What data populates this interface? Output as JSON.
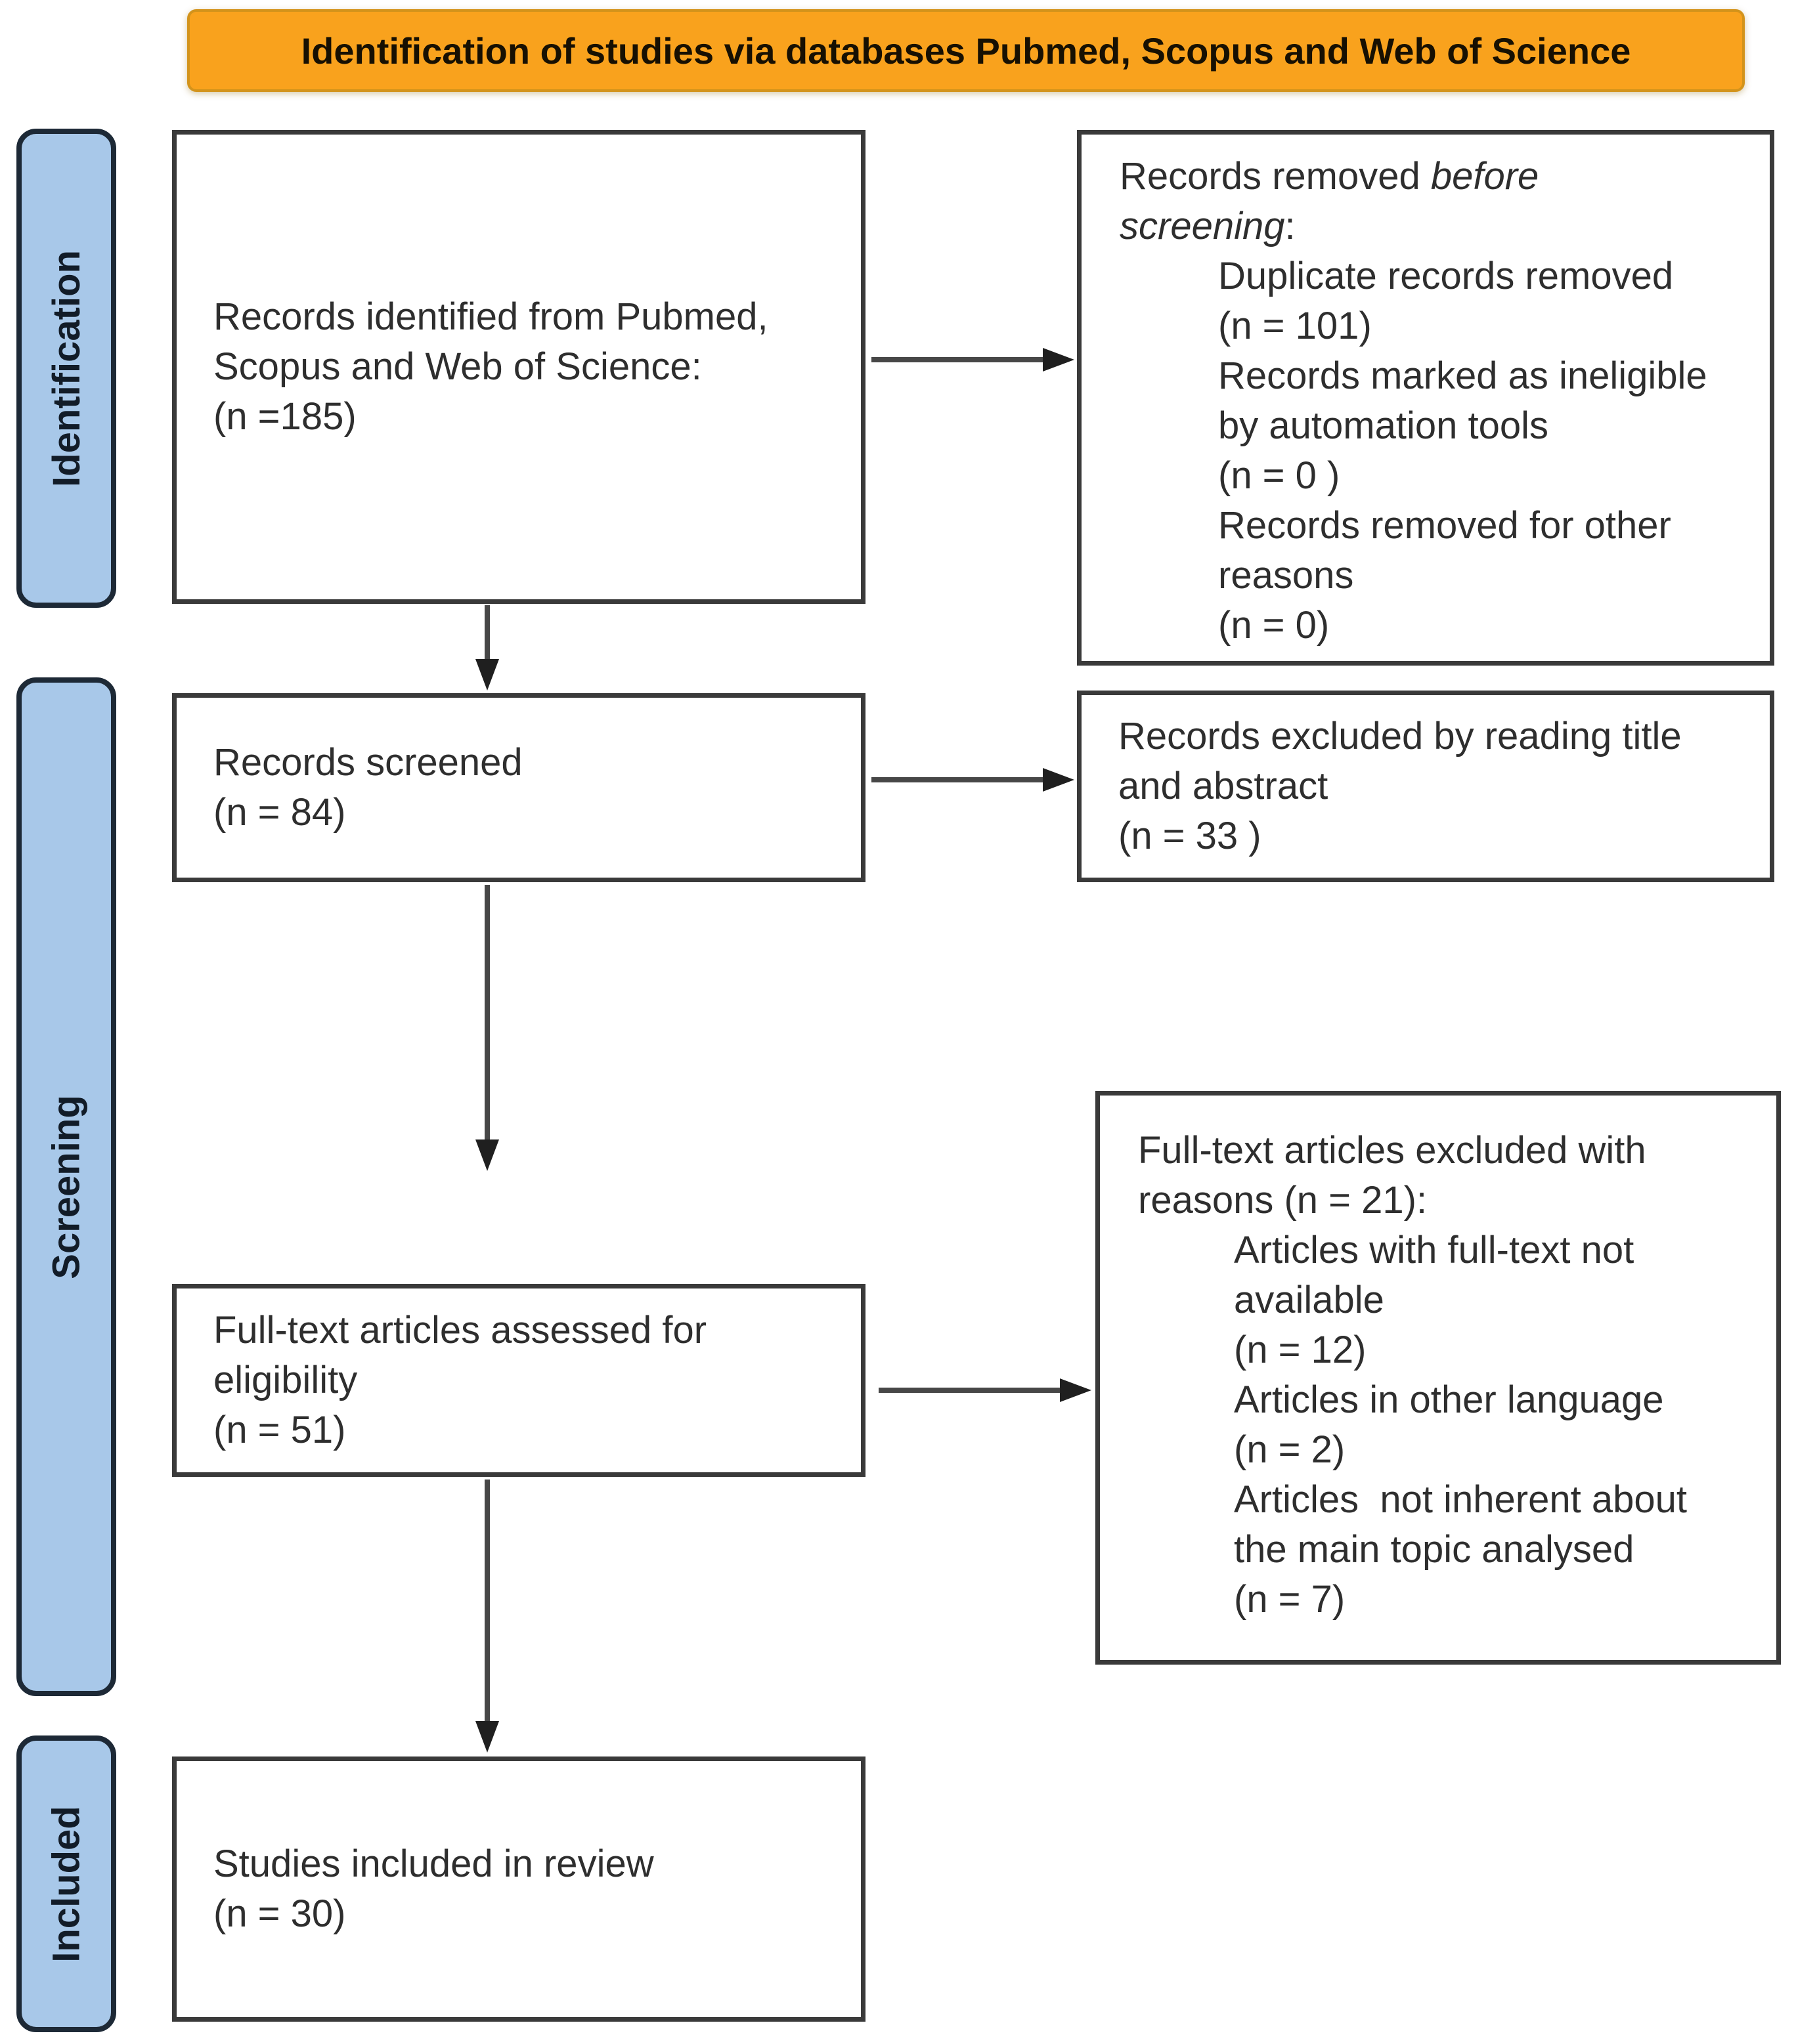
{
  "title": "Identification of studies via databases Pubmed, Scopus and Web of Science",
  "stages": [
    {
      "label": "Identification"
    },
    {
      "label": "Screening"
    },
    {
      "label": "Included"
    }
  ],
  "boxes": {
    "identified": {
      "lines": [
        "Records identified from Pubmed,",
        "Scopus and Web of Science:",
        "(n =185)"
      ]
    },
    "removed_before_screening": {
      "title_regular_1": "Records removed ",
      "title_italic_1": "before",
      "title_italic_2": "screening",
      "title_regular_2": ":",
      "items": [
        {
          "lines": [
            "Duplicate records removed",
            "(n = 101)"
          ]
        },
        {
          "lines": [
            "Records marked as ineligible",
            "by automation tools",
            "(n = 0 )"
          ]
        },
        {
          "lines": [
            "Records removed for other",
            "reasons",
            "(n = 0)"
          ]
        }
      ]
    },
    "screened": {
      "lines": [
        "Records screened",
        "(n = 84)"
      ]
    },
    "excluded_title_abstract": {
      "lines": [
        "Records excluded by reading title",
        "and abstract",
        "(n = 33 )"
      ]
    },
    "fulltext_assessed": {
      "lines": [
        "Full-text articles assessed for",
        "eligibility",
        "(n = 51)"
      ]
    },
    "fulltext_excluded": {
      "title_lines": [
        "Full-text articles excluded with",
        "reasons (n = 21):"
      ],
      "items": [
        {
          "lines": [
            "Articles with full-text not",
            "available",
            "(n = 12)"
          ]
        },
        {
          "lines": [
            "Articles in other language",
            "(n = 2)"
          ]
        },
        {
          "lines": [
            "Articles  not inherent about",
            "the main topic analysed",
            "(n = 7)"
          ]
        }
      ]
    },
    "included_review": {
      "lines": [
        "Studies included in review",
        "(n = 30)"
      ]
    }
  },
  "colors": {
    "title_bg": "#F9A21D",
    "stage_fill": "#A8C8E9",
    "stage_border": "#1d2936",
    "box_border": "#3a3a3a",
    "arrow_line": "#474747",
    "arrow_head": "#1f1f1f"
  }
}
